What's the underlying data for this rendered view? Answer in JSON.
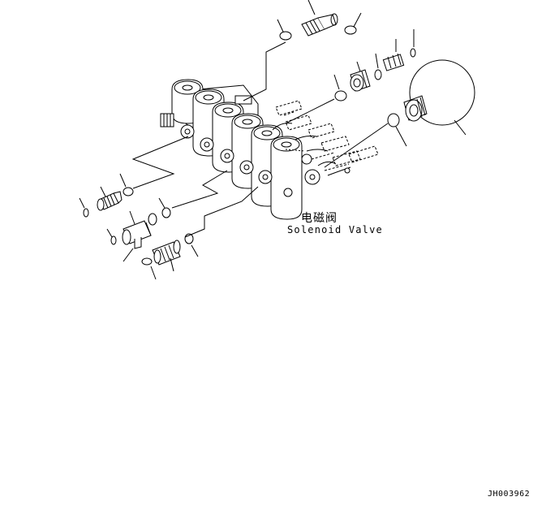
{
  "labels": {
    "component_cn": "电磁阀",
    "component_en": "Solenoid Valve",
    "drawing_id": "JH003962"
  },
  "colors": {
    "line": "#000000",
    "background": "#ffffff"
  }
}
